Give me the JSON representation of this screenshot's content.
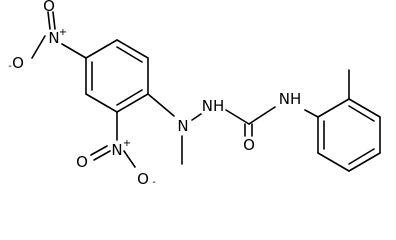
{
  "molecule": {
    "atoms": {
      "o_left_top": {
        "element": "O",
        "charge": "-"
      },
      "n_nitro_para": {
        "element": "N",
        "charge": "+"
      },
      "o_left_bottom": {
        "element": "O",
        "charge": ""
      },
      "n_nitro_ortho": {
        "element": "N",
        "charge": "+"
      },
      "o_ortho_left": {
        "element": "O",
        "charge": ""
      },
      "o_ortho_bottom": {
        "element": "O",
        "charge": "-"
      },
      "n_hydrazine": {
        "element": "N",
        "charge": ""
      },
      "nh_hydrazine": {
        "element": "NH",
        "charge": ""
      },
      "o_carbonyl": {
        "element": "O",
        "charge": ""
      },
      "nh_amide": {
        "element": "NH",
        "charge": ""
      }
    },
    "colors": {
      "bond": "#000000",
      "label": "#000000",
      "background": "#ffffff"
    }
  }
}
